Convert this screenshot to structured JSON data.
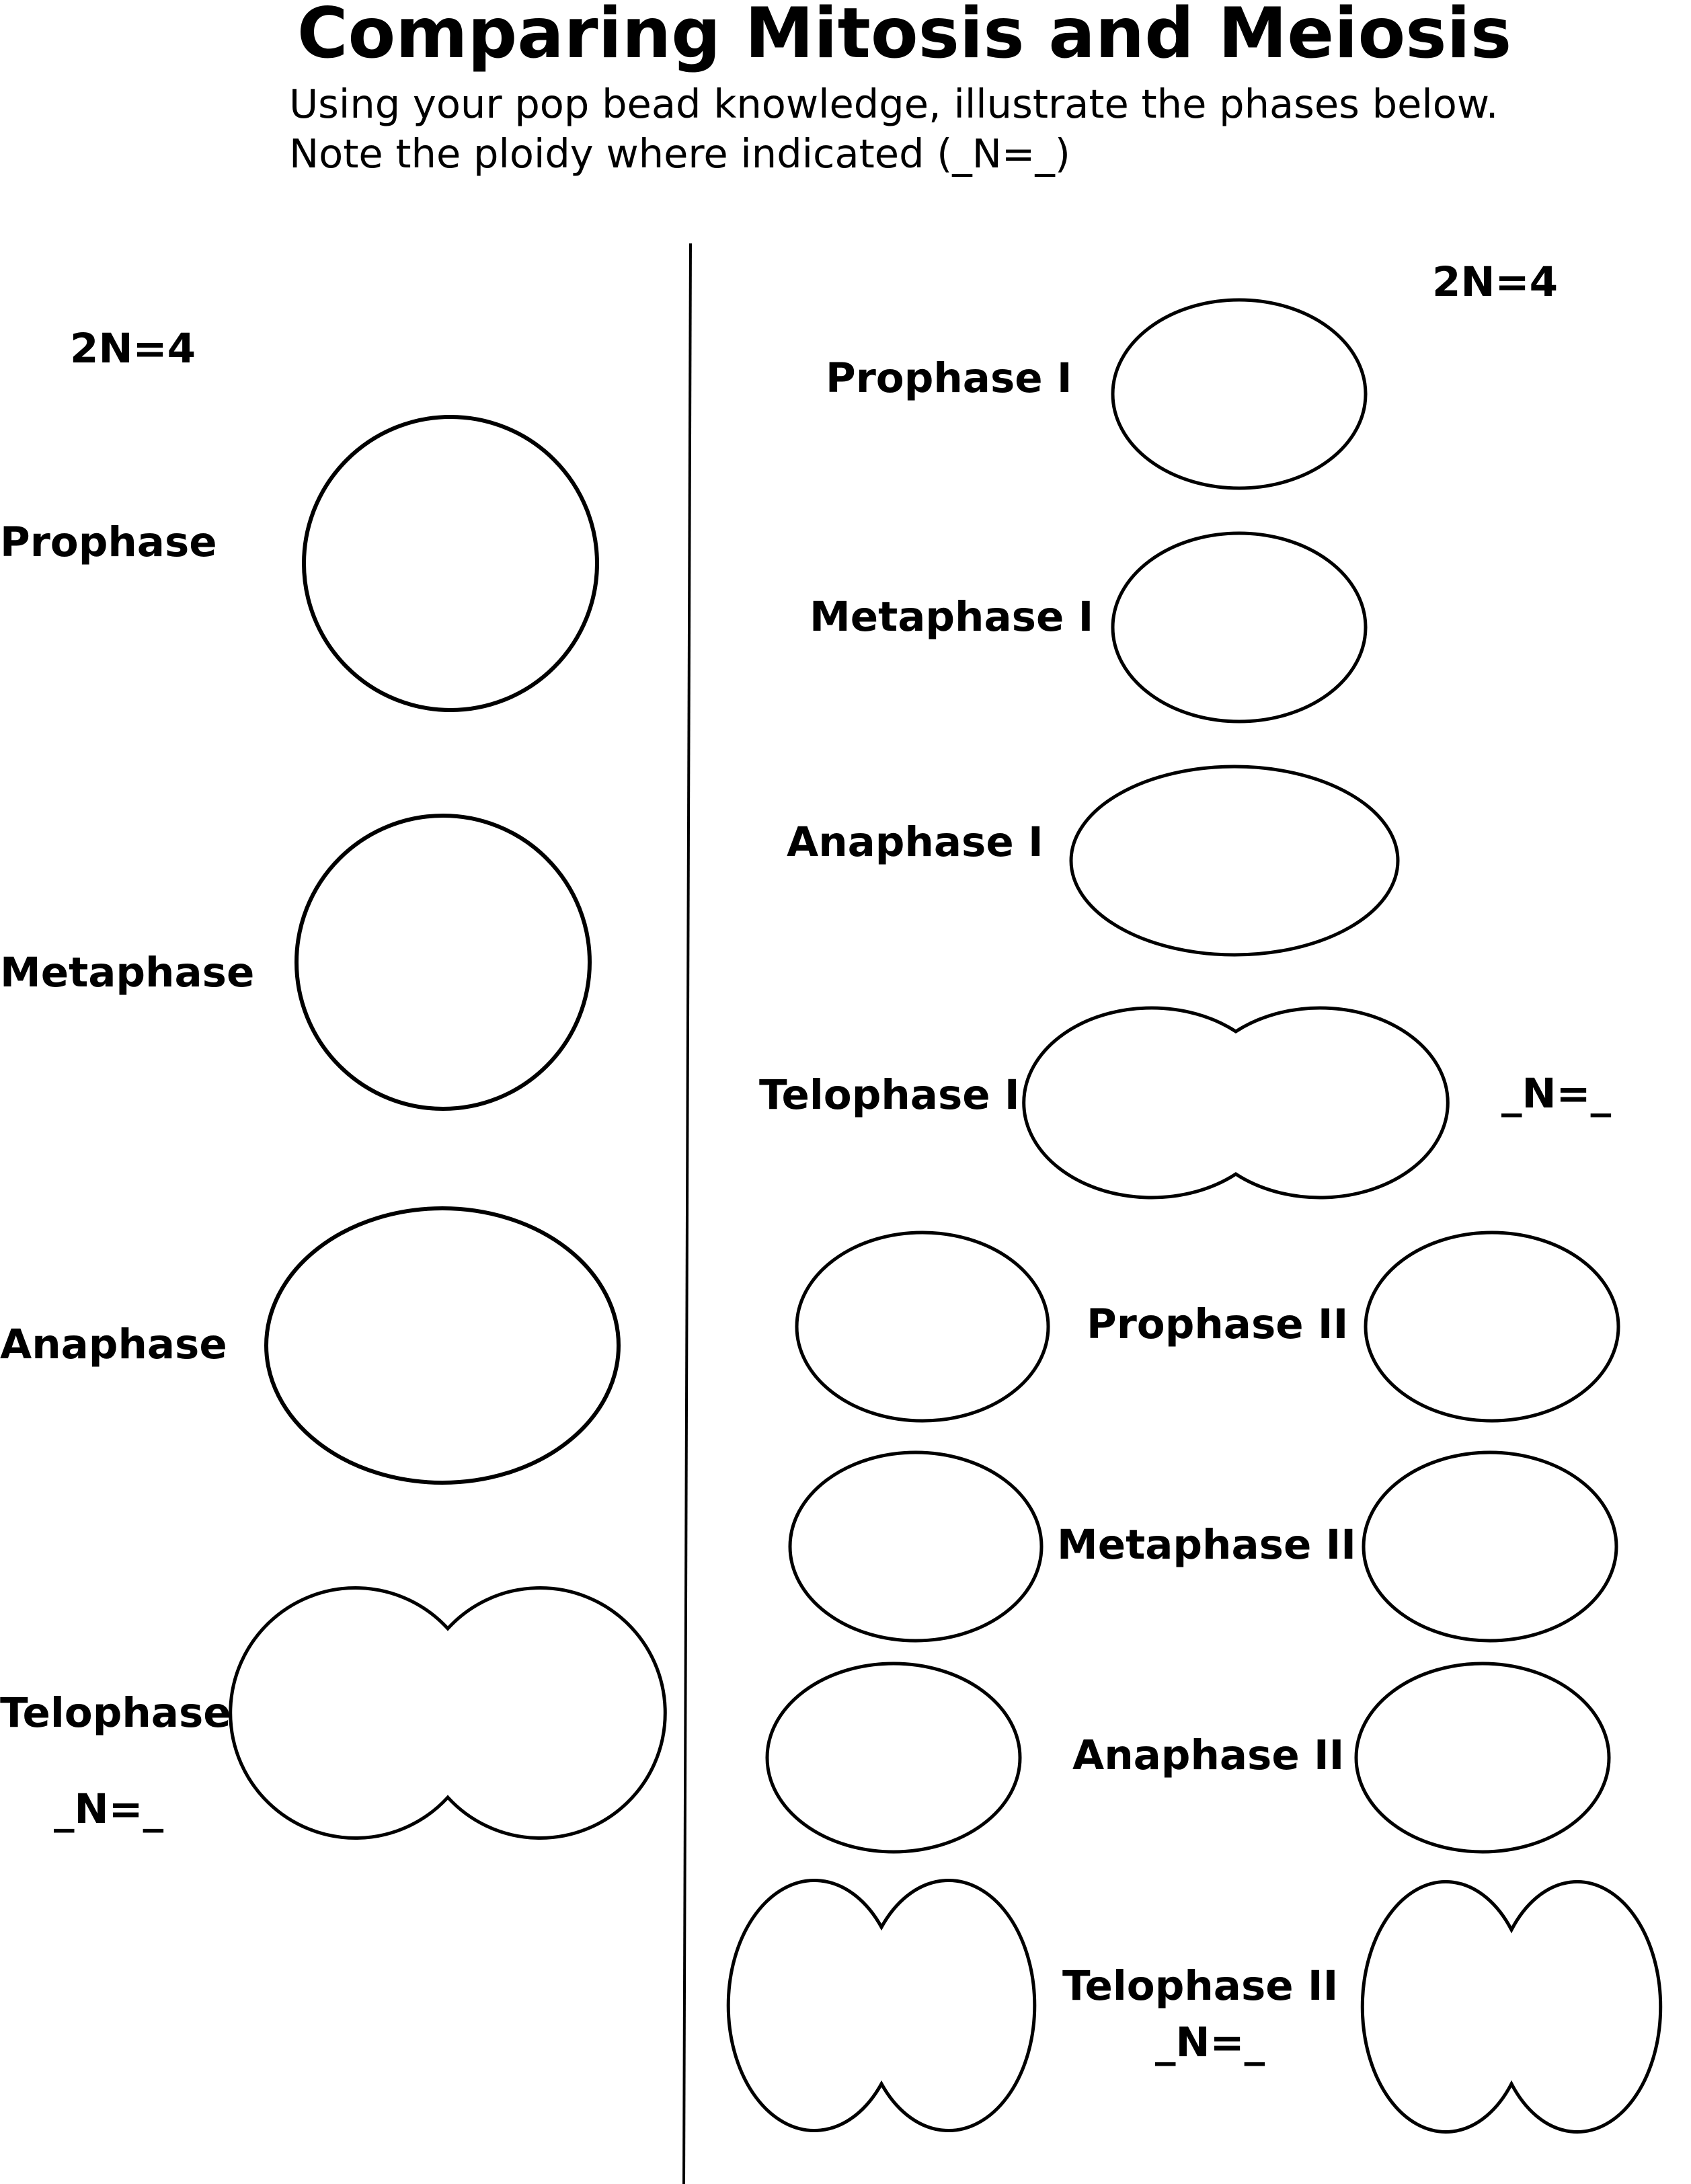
{
  "title": "Comparing Mitosis and Meiosis",
  "instructions": {
    "line1": "Using your pop bead knowledge, illustrate the phases below.",
    "line2": "Note the ploidy where indicated (_N=_)"
  },
  "mitosis": {
    "ploidy_start": "2N=4",
    "phases": {
      "prophase": "Prophase",
      "metaphase": "Metaphase",
      "anaphase": "Anaphase",
      "telophase": "Telophase"
    },
    "ploidy_end": "_N=_"
  },
  "meiosis": {
    "ploidy_start": "2N=4",
    "phases": {
      "prophase_1": "Prophase I",
      "metaphase_1": "Metaphase I",
      "anaphase_1": "Anaphase I",
      "telophase_1": "Telophase I",
      "prophase_2": "Prophase II",
      "metaphase_2": "Metaphase II",
      "anaphase_2": "Anaphase II",
      "telophase_2": "Telophase II"
    },
    "ploidy_after_1": "_N=_",
    "ploidy_end": "_N=_"
  }
}
